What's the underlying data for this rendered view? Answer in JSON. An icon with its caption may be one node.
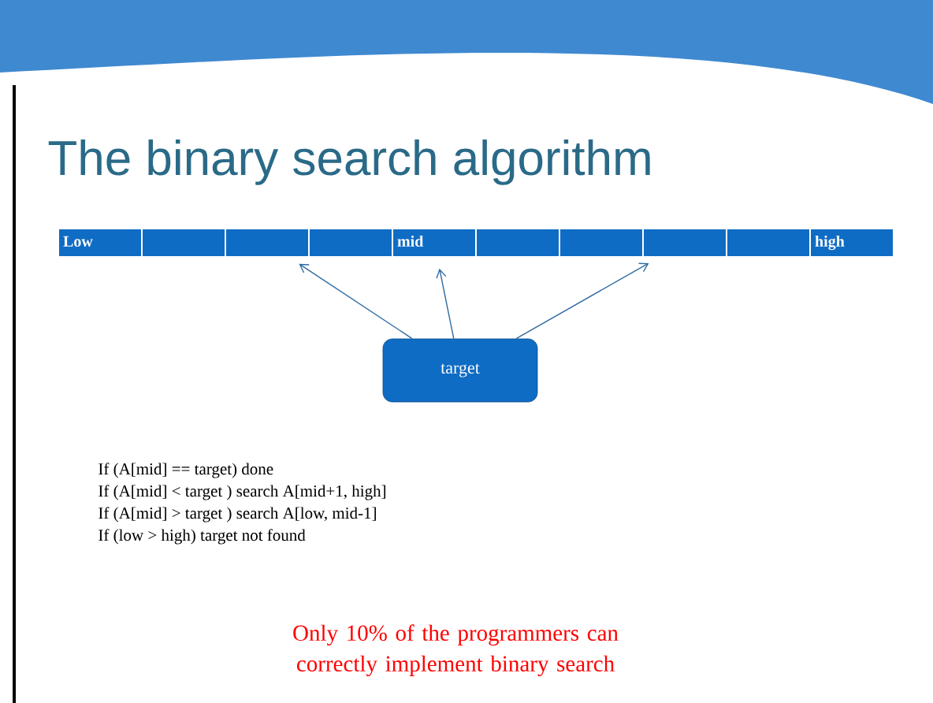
{
  "diagram": {
    "title": "The binary search algorithm",
    "nodes": [
      {
        "text": [
          "Low"
        ]
      },
      {
        "text": [],
        "shape": "box"
      },
      {
        "text": [],
        "shape": "box"
      },
      {
        "text": [],
        "shape": "box"
      },
      {
        "text": [
          "mid"
        ]
      },
      {
        "text": [],
        "shape": "box"
      },
      {
        "text": [],
        "shape": "box"
      },
      {
        "text": [],
        "shape": "box"
      },
      {
        "text": [],
        "shape": "box"
      },
      {
        "text": [
          "high"
        ]
      },
      {
        "text": [
          "target"
        ]
      }
    ],
    "edges": [
      {
        "from": 10,
        "to": 2,
        "arrow": "to"
      },
      {
        "from": 10,
        "to": 4,
        "arrow": "to"
      },
      {
        "from": 10,
        "to": 7,
        "arrow": "to"
      }
    ],
    "labels": [
      "If  (A[mid] == target)   done",
      "If  (A[mid] < target ) search  A[mid+1, high]",
      "If (A[mid] > target ) search  A[low, mid-1]",
      "If (low > high)  target not found",
      "Only 10% of the programmers can correctly implement binary search"
    ]
  }
}
